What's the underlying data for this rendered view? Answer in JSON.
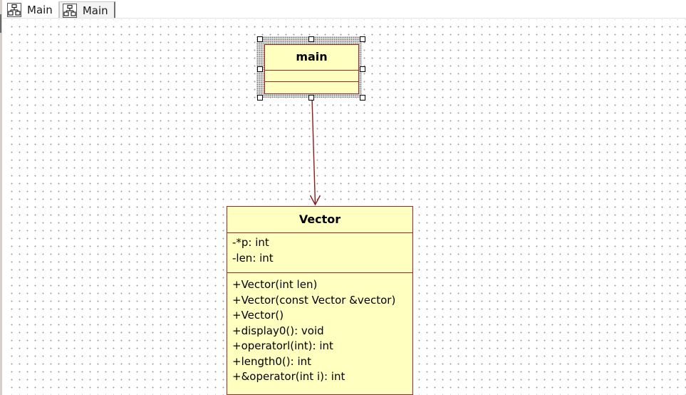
{
  "tabs": [
    {
      "label": "Main",
      "icon": "class-diagram-icon",
      "active": false
    },
    {
      "label": "Main",
      "icon": "class-diagram-icon",
      "active": true
    }
  ],
  "diagram": {
    "classes": [
      {
        "id": "main",
        "name": "main",
        "attributes": [],
        "operations": [],
        "selected": true
      },
      {
        "id": "vector",
        "name": "Vector",
        "attributes": [
          "-*p: int",
          "-len: int"
        ],
        "operations": [
          "+Vector(int len)",
          "+Vector(const Vector &vector)",
          "+Vector()",
          "+display0(): void",
          "+operatorl(int): int",
          "+length0(): int",
          "+&operator(int i): int"
        ],
        "selected": false
      }
    ],
    "relationships": [
      {
        "from": "main",
        "to": "vector",
        "type": "dependency-arrow"
      }
    ],
    "colors": {
      "class_fill": "#ffffc0",
      "class_border": "#a0282a",
      "connector": "#8b1a1a",
      "grid_dot": "#9a9a9a"
    }
  }
}
